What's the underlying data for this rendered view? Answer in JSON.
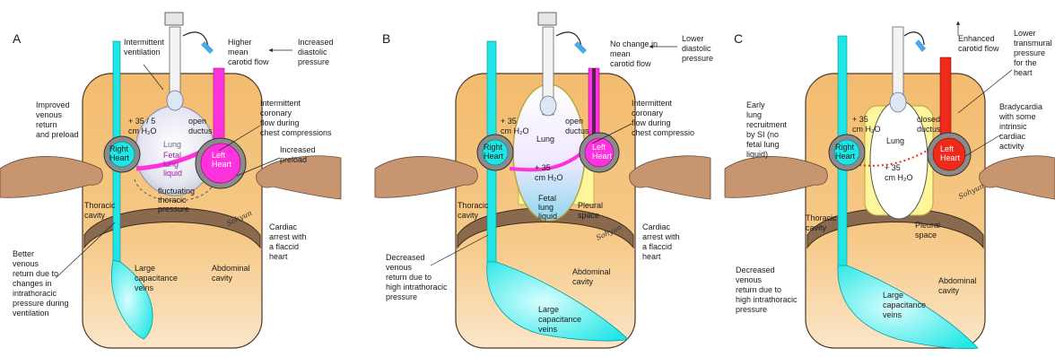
{
  "panels": [
    {
      "letter": "A",
      "annotations": {
        "intermittent_ventilation": [
          "Intermittent",
          "ventilation"
        ],
        "higher_mean_carotid": [
          "Higher",
          "mean",
          "carotid flow"
        ],
        "increased_diastolic": [
          "Increased",
          "diastolic",
          "pressure"
        ],
        "improved_venous": [
          "Improved",
          "venous",
          "return",
          "and preload"
        ],
        "intermittent_coronary": [
          "Intermittent",
          "coronary",
          "flow during",
          "chest compressions"
        ],
        "increased_preload": [
          "Increased",
          "preload"
        ],
        "thoracic_cavity": [
          "Thoracic",
          "cavity"
        ],
        "cardiac_arrest": [
          "Cardiac",
          "arrest with",
          "a flaccid",
          "heart"
        ],
        "better_venous": [
          "Better",
          "venous",
          "return due to",
          "changes in",
          "intrathoracic",
          "pressure during",
          "ventilation"
        ],
        "large_veins": [
          "Large",
          "capacitance",
          "veins"
        ],
        "abdominal": [
          "Abdominal",
          "cavity"
        ]
      },
      "inner": {
        "pressure": [
          "+ 35 / 5",
          "cm H₂O"
        ],
        "ductus": [
          "open",
          "ductus"
        ],
        "lung": "Lung",
        "fetal": [
          "Fetal",
          "lung",
          "liquid"
        ],
        "right_heart": [
          "Right",
          "Heart"
        ],
        "left_heart": [
          "Left",
          "Heart"
        ],
        "fluctuating": [
          "fluctuating",
          "thoracic",
          "pressure"
        ]
      }
    },
    {
      "letter": "B",
      "annotations": {
        "no_change": [
          "No change in",
          "mean",
          "carotid flow"
        ],
        "lower_diastolic": [
          "Lower",
          "diastolic",
          "pressure"
        ],
        "intermittent_coronary": [
          "Intermittent",
          "coronary",
          "flow during",
          "chest compressio"
        ],
        "thoracic_cavity": [
          "Thoracic",
          "cavity"
        ],
        "pleural": [
          "Pleural",
          "space"
        ],
        "cardiac_arrest": [
          "Cardiac",
          "arrest with",
          "a flaccid",
          "heart"
        ],
        "decreased_venous": [
          "Decreased",
          "venous",
          "return due to",
          "high intrathoracic",
          "pressure"
        ],
        "abdominal": [
          "Abdominal",
          "cavity"
        ],
        "large_veins": [
          "Large",
          "capacitance",
          "veins"
        ]
      },
      "inner": {
        "pressure_top": [
          "+ 35",
          "cm H₂O"
        ],
        "ductus": [
          "open",
          "ductus"
        ],
        "lung": "Lung",
        "pressure_mid": [
          "+ 35",
          "cm H₂O"
        ],
        "fetal": [
          "Fetal",
          "lung",
          "liquid"
        ],
        "right_heart": [
          "Right",
          "Heart"
        ],
        "left_heart": [
          "Left",
          "Heart"
        ]
      }
    },
    {
      "letter": "C",
      "annotations": {
        "enhanced_carotid": [
          "Enhanced",
          "carotid flow"
        ],
        "lower_transmural": [
          "Lower",
          "transmural",
          "pressure",
          "for the",
          "heart"
        ],
        "early_lung": [
          "Early",
          "lung",
          "recruitment",
          "by SI (no",
          "fetal lung",
          "liquid)"
        ],
        "bradycardia": [
          "Bradycardia",
          "with some",
          "intrinsic",
          "cardiac",
          "activity"
        ],
        "thoracic_cavity": [
          "Thoracic",
          "cavity"
        ],
        "pleural": [
          "Pleural",
          "space"
        ],
        "decreased_venous": [
          "Decreased",
          "venous",
          "return due to",
          "high intrathoracic",
          "pressure"
        ],
        "abdominal": [
          "Abdominal",
          "cavity"
        ],
        "large_veins": [
          "Large",
          "capacitance",
          "veins"
        ]
      },
      "inner": {
        "pressure_top": [
          "+ 35",
          "cm H₂O"
        ],
        "ductus": [
          "closed",
          "ductus"
        ],
        "lung": "Lung",
        "pressure_mid": [
          "+ 35",
          "cm H₂O"
        ],
        "right_heart": [
          "Right",
          "Heart"
        ],
        "left_heart": [
          "Left",
          "Heart"
        ]
      }
    }
  ],
  "signature": "Sohyun",
  "colors": {
    "skin": "#f6c787",
    "skin_dark": "#e0a35a",
    "vein": "#1fe6e6",
    "artery_a": "#ff33dd",
    "artery_b": "#ff33dd",
    "artery_c": "#ee2a1a",
    "lung_yellow": "#fff59a",
    "hands": "#c79671",
    "diaphragm": "#8a6a4e"
  }
}
